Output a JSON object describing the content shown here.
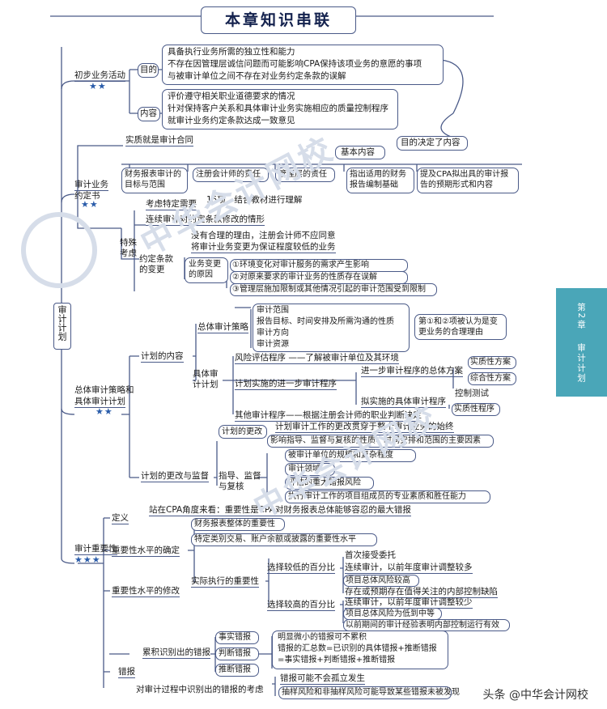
{
  "header": {
    "title": "本章知识串联"
  },
  "side_tab": {
    "chapter": "第2章",
    "topic": "审计计划"
  },
  "root": {
    "label": "审计计划"
  },
  "section1": {
    "label": "初步业务活动",
    "stars": "★★",
    "purpose": {
      "label": "目的",
      "items": [
        "具备执行业务所需的独立性和能力",
        "不存在因管理层诚信问题而可能影响CPA保持该项业务的意愿的事项",
        "与被审计单位之间不存在对业务约定条款的误解"
      ]
    },
    "content": {
      "label": "内容",
      "items": [
        "评价遵守相关职业道德要求的情况",
        "针对保持客户关系和具体审计业务实施相应的质量控制程序",
        "就审计业务约定条款达成一致意见"
      ]
    },
    "note": "目的决定了内容"
  },
  "section2": {
    "label_line1": "审计业务",
    "label_line2": "约定书",
    "stars": "★★",
    "essence": "实质就是审计合同",
    "basic": {
      "label": "基本内容",
      "items": [
        "财务报表审计的目标与范围",
        "注册会计师的责任",
        "管理层的责任",
        "指出适用的财务报告编制基础",
        "提及CPA拟出具的审计报告的预期形式和内容"
      ]
    },
    "special": {
      "label": "特殊考虑",
      "needs": "考虑特定需要",
      "needs_note": "15项，结合教材进行理解",
      "continuous": "连续审计对约定条款修改的情形",
      "change": {
        "label": "约定条款的变更",
        "line1": "没有合理的理由，注册会计师不应同意",
        "line2": "将审计业务变更为保证程度较低的业务",
        "reasons_label": "业务变更的原因",
        "reasons": [
          "①环境变化对审计服务的需求产生影响",
          "②对原来要求的审计业务的性质存在误解",
          "③管理层施加限制或其他情况引起的审计范围受到限制"
        ],
        "note": "第①和②项被认为是变更业务的合理理由"
      }
    }
  },
  "section3": {
    "label_line1": "总体审计策略和",
    "label_line2": "具体审计计划",
    "stars": "★★",
    "plan_content": {
      "label": "计划的内容",
      "overall": {
        "label": "总体审计策略",
        "items": [
          "审计范围",
          "报告目标、时间安排及所需沟通的性质",
          "审计方向",
          "审计资源"
        ]
      },
      "specific": {
        "label": "具体审计计划",
        "risk": "风险评估程序 ——了解被审计单位及其环境",
        "further": "计划实施的进一步审计程序",
        "overall_plan": "进一步审计程序的总体方案",
        "overall_plan_items": [
          "实质性方案",
          "综合性方案"
        ],
        "detail_plan": "拟实施的具体审计程序",
        "detail_plan_items": [
          "控制测试",
          "实质性程序"
        ],
        "other": "其他审计程序——根据注册会计师的职业判断决定"
      }
    },
    "changes": {
      "label": "计划的更改与监督",
      "change_label": "计划的更改",
      "change_text": "计划审计工作的更改贯穿于整个审计业务的始终",
      "supervise_label": "指导、监督与复核",
      "supervise_head": "影响指导、监督与复核的性质、时间安排和范围的主要因素",
      "supervise_items": [
        "被审计单位的规模和复杂程度",
        "审计领域",
        "评估的重大错报风险",
        "执行审计工作的项目组成员的专业素质和胜任能力"
      ]
    }
  },
  "section4": {
    "label": "审计重要性",
    "stars": "★★★",
    "definition": {
      "label": "定义",
      "text": "站在CPA角度来看：重要性是CPA对财务报表总体能够容忍的最大错报"
    },
    "determine": {
      "label": "重要性水平的确定",
      "items": [
        "财务报表整体的重要性",
        "特定类别交易、账户余额或披露的重要性水平"
      ],
      "practical": "实际执行的重要性",
      "low": {
        "label": "选择较低的百分比",
        "items": [
          "首次接受委托",
          "连续审计，以前年度审计调整较多",
          "项目总体风险较高",
          "存在或预期存在值得关注的内部控制缺陷"
        ]
      },
      "high": {
        "label": "选择较高的百分比",
        "items": [
          "连续审计，以前年度审计调整较少",
          "项目总体风险为低到中等",
          "以前期间的审计经验表明内部控制运行有效"
        ]
      }
    },
    "revise": {
      "label": "重要性水平的修改"
    },
    "misstatement": {
      "label": "错报",
      "accumulate": "累积识别出的错报",
      "types": [
        "事实错报",
        "判断错报",
        "推断错报"
      ],
      "formula": [
        "明显微小的错报可不累积",
        "错报的汇总数=已识别的具体错报+推断错报",
        "=事实错报+判断错报+推断错报"
      ],
      "consider": "对审计过程中识别出的错报的考虑",
      "consider_items": [
        "错报可能不会孤立发生",
        "抽样风险和非抽样风险可能导致某些错报未被发现"
      ]
    }
  },
  "watermark": {
    "brand": "中华会计网校"
  },
  "footer": {
    "text": "头条 @中华会计网校"
  }
}
